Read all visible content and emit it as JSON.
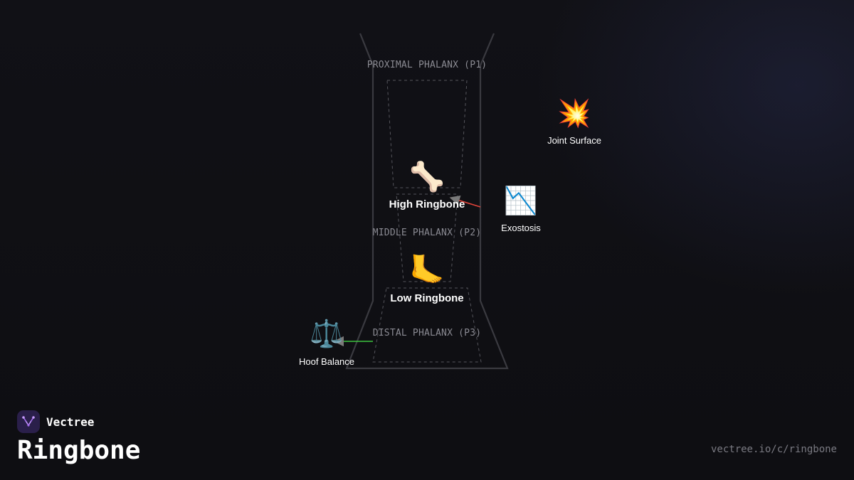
{
  "brand": {
    "name": "Vectree"
  },
  "page": {
    "title": "Ringbone",
    "url": "vectree.io/c/ringbone"
  },
  "zones": {
    "p1": "PROXIMAL PHALANX (P1)",
    "p2": "MIDDLE PHALANX (P2)",
    "p3": "DISTAL PHALANX (P3)"
  },
  "nodes": {
    "high_ringbone": {
      "label": "High Ringbone",
      "icon": "bone-icon",
      "glyph": "🦴"
    },
    "low_ringbone": {
      "label": "Low Ringbone",
      "icon": "foot-icon",
      "glyph": "🦶"
    },
    "joint_surface": {
      "label": "Joint Surface",
      "icon": "collision-icon",
      "glyph": "💥"
    },
    "exostosis": {
      "label": "Exostosis",
      "icon": "chart-decreasing-icon",
      "glyph": "📉"
    },
    "hoof_balance": {
      "label": "Hoof Balance",
      "icon": "balance-scale-icon",
      "glyph": "⚖️"
    }
  },
  "colors": {
    "background": "#0f0f13",
    "outline": "#3a3a40",
    "dashed": "#55555c",
    "exostosis_connector": "#e0443a",
    "hoof_balance_connector": "#3fc63f",
    "arrowhead": "#777777",
    "brand_accent": "#a66bf0"
  }
}
